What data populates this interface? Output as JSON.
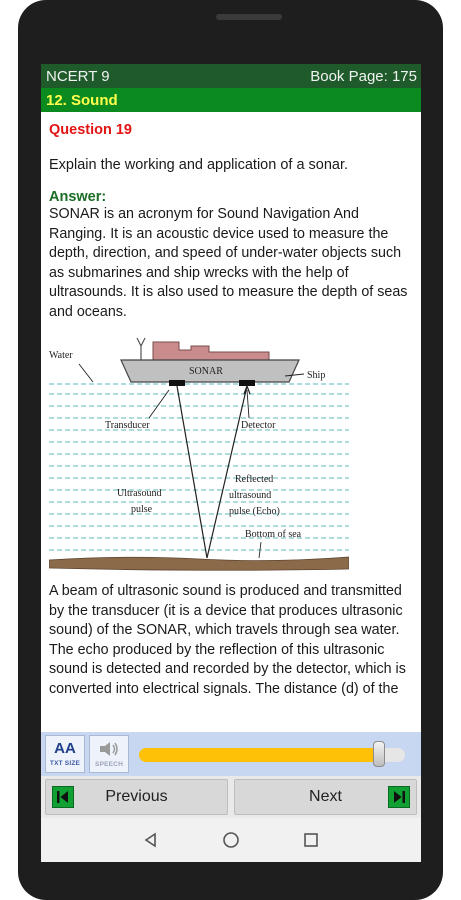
{
  "header": {
    "app_name": "NCERT 9",
    "book_page": "Book Page: 175",
    "chapter": "12. Sound"
  },
  "question": {
    "title": "Question 19",
    "text": "Explain the working and application of a sonar."
  },
  "answer": {
    "label": "Answer:",
    "para1": "SONAR is an acronym for Sound Navigation And Ranging. It is an acoustic device used to measure the depth, direction, and speed of under-water objects such as submarines and ship wrecks with the help of ultrasounds. It is also used to measure the depth of seas and oceans.",
    "para2": "A beam of ultrasonic sound is produced and transmitted by the transducer (it is a device that produces ultrasonic sound) of the SONAR, which travels through sea water. The echo produced by the reflection of this ultrasonic sound is detected and recorded by the detector, which is converted into electrical signals. The distance (d) of the"
  },
  "diagram": {
    "water": "Water",
    "sonar": "SONAR",
    "ship": "Ship",
    "transducer": "Transducer",
    "detector": "Detector",
    "ultrasound_1": "Ultrasound",
    "ultrasound_2": "pulse",
    "reflected_1": "Reflected",
    "reflected_2": "ultrasound",
    "reflected_3": "pulse (Echo)",
    "bottom": "Bottom of sea"
  },
  "controls": {
    "txt_size_glyph": "AA",
    "txt_size_caption": "TXT SIZE",
    "speech_caption": "SPEECH",
    "slider_progress": 0.92
  },
  "nav": {
    "previous": "Previous",
    "next": "Next"
  },
  "colors": {
    "topbar": "#1f5b2a",
    "chapterbar": "#0b8a1f",
    "question_title": "#e21414",
    "answer_label": "#1b6d26",
    "slider_fill": "#ffc107"
  }
}
